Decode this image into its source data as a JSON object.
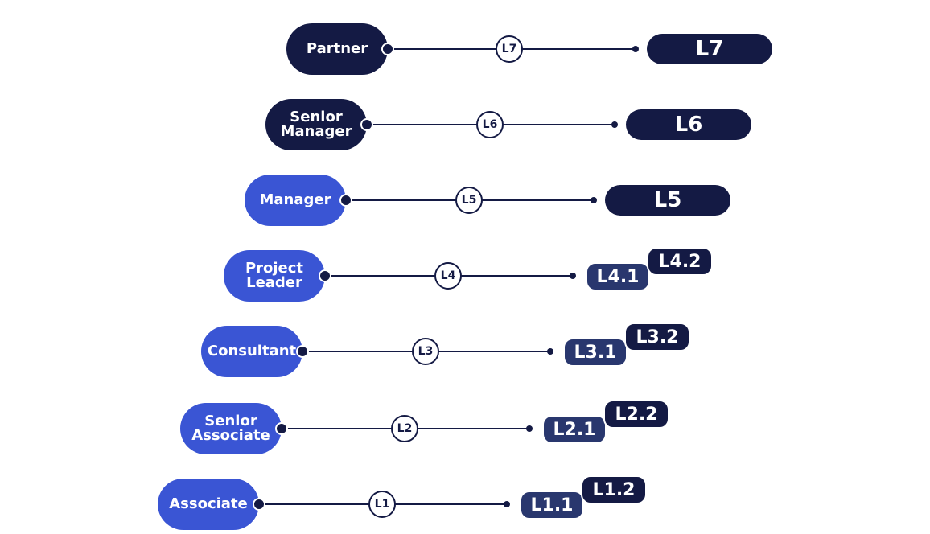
{
  "colors": {
    "dark": "#141a44",
    "blue": "#3a55d4",
    "sub": "#29376e"
  },
  "rows": [
    {
      "role": "Partner",
      "level": "L7",
      "badges": [
        "L7"
      ],
      "style": "dark"
    },
    {
      "role": "Senior\nManager",
      "level": "L6",
      "badges": [
        "L6"
      ],
      "style": "dark"
    },
    {
      "role": "Manager",
      "level": "L5",
      "badges": [
        "L5"
      ],
      "style": "blue"
    },
    {
      "role": "Project\nLeader",
      "level": "L4",
      "badges": [
        "L4.1",
        "L4.2"
      ],
      "style": "blue"
    },
    {
      "role": "Consultant",
      "level": "L3",
      "badges": [
        "L3.1",
        "L3.2"
      ],
      "style": "blue"
    },
    {
      "role": "Senior\nAssociate",
      "level": "L2",
      "badges": [
        "L2.1",
        "L2.2"
      ],
      "style": "blue"
    },
    {
      "role": "Associate",
      "level": "L1",
      "badges": [
        "L1.1",
        "L1.2"
      ],
      "style": "blue"
    }
  ]
}
